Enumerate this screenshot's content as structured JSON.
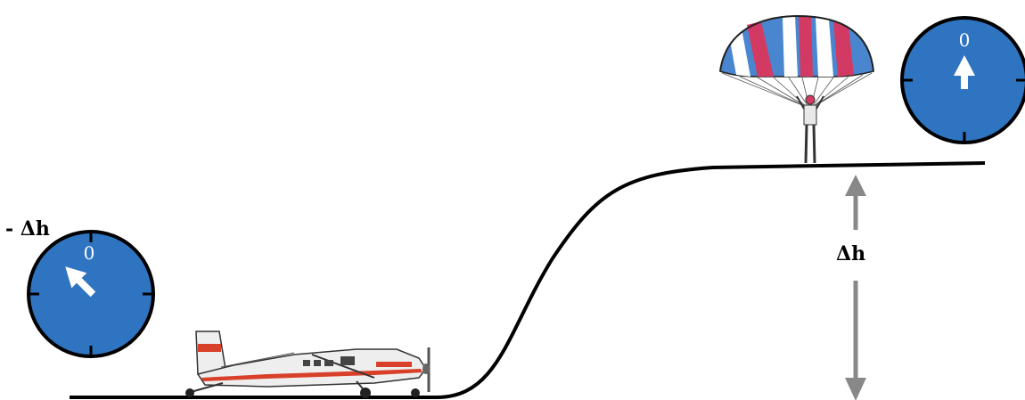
{
  "labels": {
    "low_reading": "- Δh",
    "height_difference": "Δh"
  },
  "dials": {
    "left_zero": "0",
    "right_zero": "0"
  },
  "colors": {
    "dial_face": "#2f74c0",
    "ground_line": "#000000",
    "arrow_gray": "#888888",
    "canopy_red": "#d23a63",
    "canopy_blue": "#4a86cf",
    "plane_stripe": "#d8402a"
  }
}
